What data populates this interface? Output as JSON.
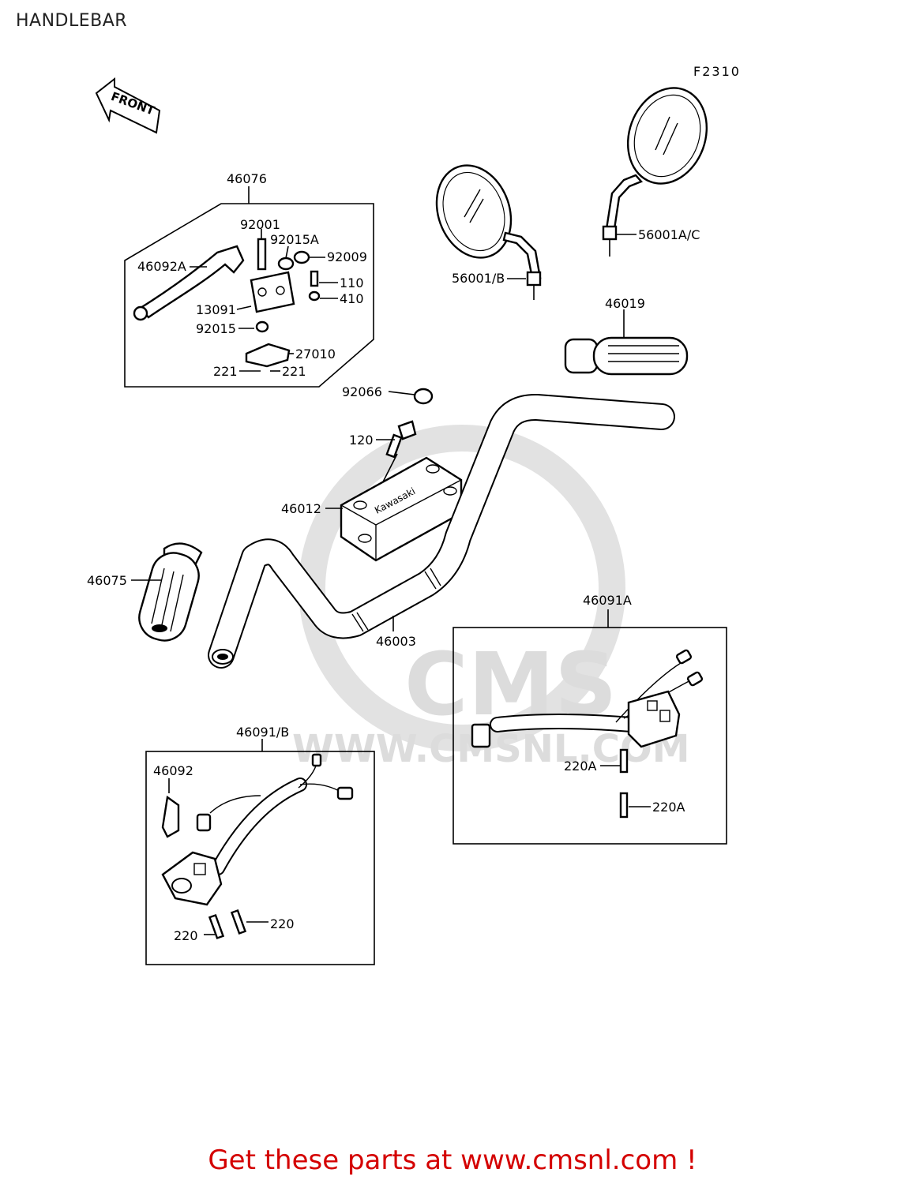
{
  "title": "HANDLEBAR",
  "figure_code": "F2310",
  "front_label": "FRONT",
  "watermark": {
    "text": "CMS",
    "url": "WWW.CMSNL.COM"
  },
  "footer": {
    "text": "Get these parts at www.cmsnl.com !",
    "color": "#d40000"
  },
  "parts": {
    "p46076": "46076",
    "p92001": "92001",
    "p92015A": "92015A",
    "p92009": "92009",
    "p46092A": "46092A",
    "p110": "110",
    "p410": "410",
    "p13091": "13091",
    "p92015": "92015",
    "p27010": "27010",
    "p221a": "221",
    "p221b": "221",
    "p56001B": "56001/B",
    "p56001AC": "56001A/C",
    "p46019": "46019",
    "p92066": "92066",
    "p120": "120",
    "p46012": "46012",
    "p46075": "46075",
    "p46003": "46003",
    "p46091A": "46091A",
    "p220Aa": "220A",
    "p220Ab": "220A",
    "p46091B": "46091/B",
    "p46092": "46092",
    "p220a": "220",
    "p220b": "220"
  }
}
